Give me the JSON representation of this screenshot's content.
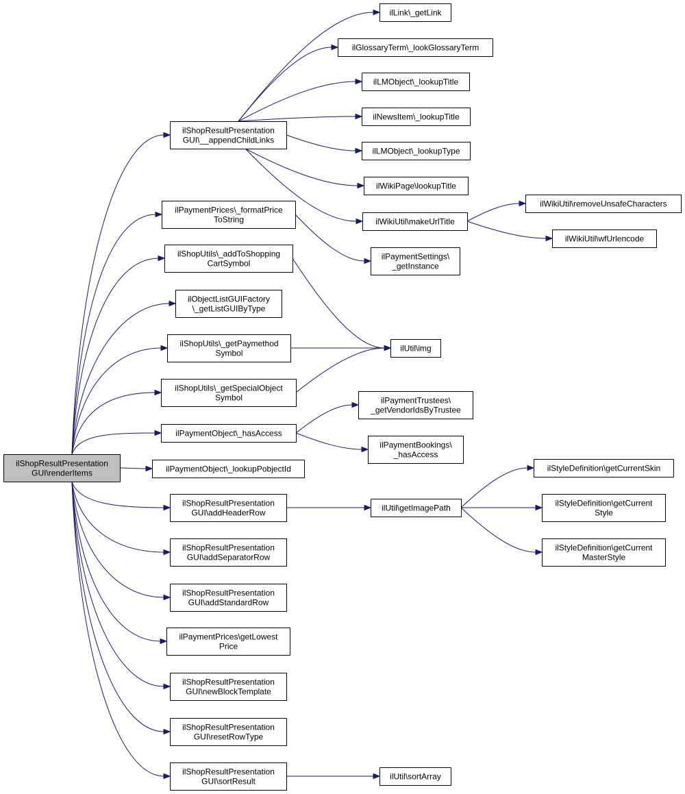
{
  "nodes": [
    {
      "id": "root",
      "lines": [
        "ilShopResultPresentation",
        "GUI\\renderItems"
      ],
      "root": true
    },
    {
      "id": "appendChildLinks",
      "lines": [
        "ilShopResultPresentation",
        "GUI\\__appendChildLinks"
      ]
    },
    {
      "id": "getLink",
      "lines": [
        "ilLink\\_getLink"
      ]
    },
    {
      "id": "lookupGlossaryTerm",
      "lines": [
        "ilGlossaryTerm\\_lookGlossaryTerm"
      ]
    },
    {
      "id": "lmLookupTitle",
      "lines": [
        "ilLMObject\\_lookupTitle"
      ]
    },
    {
      "id": "newsLookupTitle",
      "lines": [
        "ilNewsItem\\_lookupTitle"
      ]
    },
    {
      "id": "lmLookupType",
      "lines": [
        "ilLMObject\\_lookupType"
      ]
    },
    {
      "id": "wikiLookupTitle",
      "lines": [
        "ilWikiPage\\lookupTitle"
      ]
    },
    {
      "id": "makeUrlTitle",
      "lines": [
        "ilWikiUtil\\makeUrlTitle"
      ]
    },
    {
      "id": "removeUnsafe",
      "lines": [
        "ilWikiUtil\\removeUnsafeCharacters"
      ]
    },
    {
      "id": "wfUrlencode",
      "lines": [
        "ilWikiUtil\\wfUrlencode"
      ]
    },
    {
      "id": "formatPrice",
      "lines": [
        "ilPaymentPrices\\_formatPrice",
        "ToString"
      ]
    },
    {
      "id": "paySettings",
      "lines": [
        "ilPaymentSettings\\",
        "_getInstance"
      ]
    },
    {
      "id": "addToCart",
      "lines": [
        "ilShopUtils\\_addToShopping",
        "CartSymbol"
      ]
    },
    {
      "id": "listGuiFactory",
      "lines": [
        "ilObjectListGUIFactory",
        "\\_getListGUIByType"
      ]
    },
    {
      "id": "paymethod",
      "lines": [
        "ilShopUtils\\_getPaymethod",
        "Symbol"
      ]
    },
    {
      "id": "utilImg",
      "lines": [
        "ilUtil\\img"
      ]
    },
    {
      "id": "specialObject",
      "lines": [
        "ilShopUtils\\_getSpecialObject",
        "Symbol"
      ]
    },
    {
      "id": "trustees",
      "lines": [
        "ilPaymentTrustees\\",
        "_getVendorIdsByTrustee"
      ]
    },
    {
      "id": "hasAccess",
      "lines": [
        "ilPaymentObject\\_hasAccess"
      ]
    },
    {
      "id": "bookings",
      "lines": [
        "ilPaymentBookings\\",
        "_hasAccess"
      ]
    },
    {
      "id": "lookupPobject",
      "lines": [
        "ilPaymentObject\\_lookupPobjectId"
      ]
    },
    {
      "id": "currentSkin",
      "lines": [
        "ilStyleDefinition\\getCurrentSkin"
      ]
    },
    {
      "id": "addHeaderRow",
      "lines": [
        "ilShopResultPresentation",
        "GUI\\addHeaderRow"
      ]
    },
    {
      "id": "getImagePath",
      "lines": [
        "ilUtil\\getImagePath"
      ]
    },
    {
      "id": "currentStyle",
      "lines": [
        "ilStyleDefinition\\getCurrent",
        "Style"
      ]
    },
    {
      "id": "masterStyle",
      "lines": [
        "ilStyleDefinition\\getCurrent",
        "MasterStyle"
      ]
    },
    {
      "id": "addSeparatorRow",
      "lines": [
        "ilShopResultPresentation",
        "GUI\\addSeparatorRow"
      ]
    },
    {
      "id": "addStandardRow",
      "lines": [
        "ilShopResultPresentation",
        "GUI\\addStandardRow"
      ]
    },
    {
      "id": "lowestPrice",
      "lines": [
        "ilPaymentPrices\\getLowest",
        "Price"
      ]
    },
    {
      "id": "newBlockTemplate",
      "lines": [
        "ilShopResultPresentation",
        "GUI\\newBlockTemplate"
      ]
    },
    {
      "id": "resetRowType",
      "lines": [
        "ilShopResultPresentation",
        "GUI\\resetRowType"
      ]
    },
    {
      "id": "sortResult",
      "lines": [
        "ilShopResultPresentation",
        "GUI\\sortResult"
      ]
    },
    {
      "id": "sortArray",
      "lines": [
        "ilUtil\\sortArray"
      ]
    }
  ],
  "edges": [
    [
      "root",
      "appendChildLinks"
    ],
    [
      "root",
      "formatPrice"
    ],
    [
      "root",
      "addToCart"
    ],
    [
      "root",
      "listGuiFactory"
    ],
    [
      "root",
      "paymethod"
    ],
    [
      "root",
      "specialObject"
    ],
    [
      "root",
      "hasAccess"
    ],
    [
      "root",
      "lookupPobject"
    ],
    [
      "root",
      "addHeaderRow"
    ],
    [
      "root",
      "addSeparatorRow"
    ],
    [
      "root",
      "addStandardRow"
    ],
    [
      "root",
      "lowestPrice"
    ],
    [
      "root",
      "newBlockTemplate"
    ],
    [
      "root",
      "resetRowType"
    ],
    [
      "root",
      "sortResult"
    ],
    [
      "appendChildLinks",
      "getLink"
    ],
    [
      "appendChildLinks",
      "lookupGlossaryTerm"
    ],
    [
      "appendChildLinks",
      "lmLookupTitle"
    ],
    [
      "appendChildLinks",
      "newsLookupTitle"
    ],
    [
      "appendChildLinks",
      "lmLookupType"
    ],
    [
      "appendChildLinks",
      "wikiLookupTitle"
    ],
    [
      "appendChildLinks",
      "makeUrlTitle"
    ],
    [
      "makeUrlTitle",
      "removeUnsafe"
    ],
    [
      "makeUrlTitle",
      "wfUrlencode"
    ],
    [
      "formatPrice",
      "paySettings"
    ],
    [
      "addToCart",
      "utilImg"
    ],
    [
      "paymethod",
      "utilImg"
    ],
    [
      "specialObject",
      "utilImg"
    ],
    [
      "hasAccess",
      "trustees"
    ],
    [
      "hasAccess",
      "bookings"
    ],
    [
      "addHeaderRow",
      "getImagePath"
    ],
    [
      "getImagePath",
      "currentSkin"
    ],
    [
      "getImagePath",
      "currentStyle"
    ],
    [
      "getImagePath",
      "masterStyle"
    ],
    [
      "sortResult",
      "sortArray"
    ]
  ]
}
